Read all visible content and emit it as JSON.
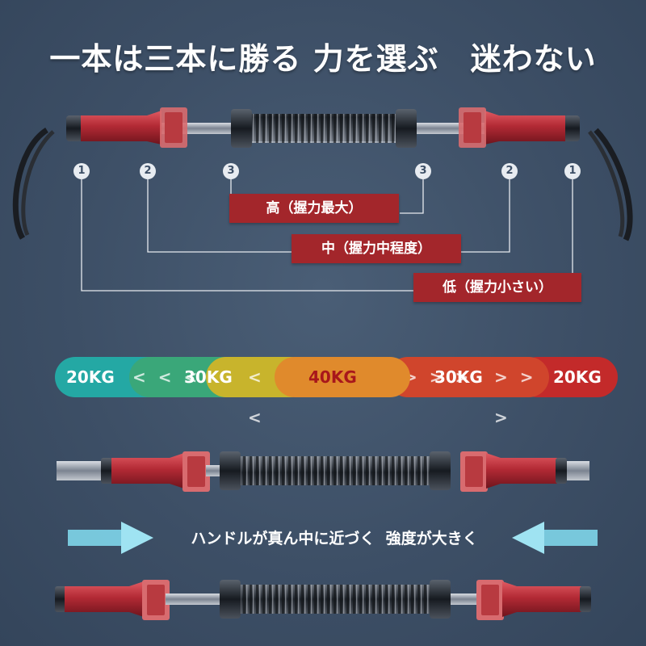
{
  "headline": "一本は三本に勝る 力を選ぶ　迷わない",
  "markers": {
    "left": [
      "1",
      "2",
      "3"
    ],
    "right": [
      "3",
      "2",
      "1"
    ]
  },
  "levels": [
    {
      "label": "高（握力最大）"
    },
    {
      "label": "中（握力中程度）"
    },
    {
      "label": "低（握力小さい）"
    }
  ],
  "scale": {
    "pills": [
      "20KG",
      "30KG",
      "40KG",
      "30KG",
      "20KG"
    ],
    "chevrons_left": "< < <",
    "chevrons_right": "> > >",
    "colors": [
      "#24a8a4",
      "#3aa779",
      "#c8b42c",
      "#e08a2c",
      "#d0452c",
      "#c32a2a"
    ]
  },
  "caption": "ハンドルが真ん中に近づく  強度が大きく",
  "colors": {
    "label_bg": "#a3262b",
    "grip_red": "#b8303a",
    "spring": "#2b3038",
    "arrow": "#7fd6ea"
  }
}
